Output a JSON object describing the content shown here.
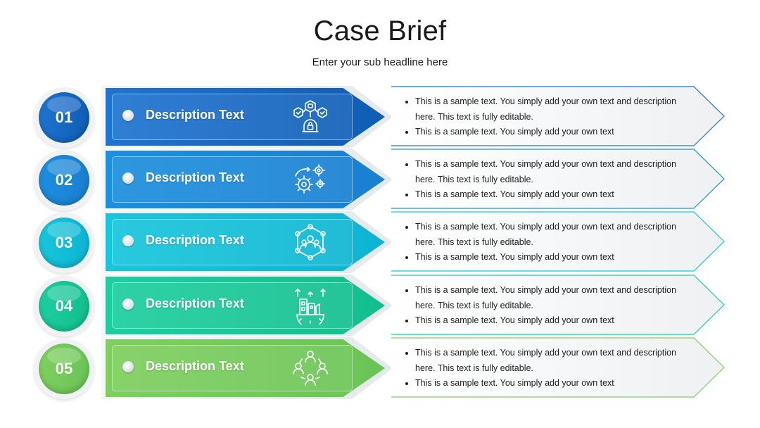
{
  "slide": {
    "title": "Case Brief",
    "subtitle": "Enter your sub headline here"
  },
  "rows": [
    {
      "number": "01",
      "label": "Description Text",
      "icon": "shield-network-icon",
      "color_start": "#1e74d1",
      "color_end": "#0f5db5",
      "bullets": [
        "This is a sample text. You simply add your own text and description here. This text is fully editable.",
        "This is a sample text. You simply add your own text"
      ]
    },
    {
      "number": "02",
      "label": "Description Text",
      "icon": "gears-icon",
      "color_start": "#1c8fde",
      "color_end": "#1a7fd0",
      "bullets": [
        "This is a sample text. You simply add your own text and description here. This text is fully editable.",
        "This is a sample text. You simply add your own text"
      ]
    },
    {
      "number": "03",
      "label": "Description Text",
      "icon": "team-network-icon",
      "color_start": "#16c6dc",
      "color_end": "#0eb4d2",
      "bullets": [
        "This is a sample text. You simply add your own text and description here. This text is fully editable.",
        "This is a sample text. You simply add your own text"
      ]
    },
    {
      "number": "04",
      "label": "Description Text",
      "icon": "factory-gear-icon",
      "color_start": "#1ccf9f",
      "color_end": "#12be8c",
      "bullets": [
        "This is a sample text. You simply add your own text and description here. This text is fully editable.",
        "This is a sample text. You simply add your own text"
      ]
    },
    {
      "number": "05",
      "label": "Description Text",
      "icon": "people-group-icon",
      "color_start": "#7fcf5f",
      "color_end": "#69c456",
      "bullets": [
        "This is a sample text. You simply add your own text and description here. This text is fully editable.",
        "This is a sample text. You simply add your own text"
      ]
    }
  ]
}
